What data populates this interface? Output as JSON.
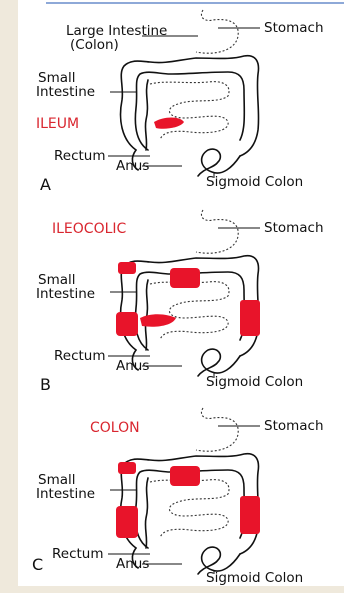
{
  "panels": [
    {
      "letter": "A",
      "title": "ILEUM",
      "labels": {
        "large_intestine_1": "Large Intestine",
        "large_intestine_2": "(Colon)",
        "small_intestine_1": "Small",
        "small_intestine_2": "Intestine",
        "stomach": "Stomach",
        "rectum": "Rectum",
        "anus": "Anus",
        "sigmoid": "Sigmoid Colon"
      },
      "highlight": "ileum"
    },
    {
      "letter": "B",
      "title": "ILEOCOLIC",
      "labels": {
        "small_intestine_1": "Small",
        "small_intestine_2": "Intestine",
        "stomach": "Stomach",
        "rectum": "Rectum",
        "anus": "Anus",
        "sigmoid": "Sigmoid Colon"
      },
      "highlight": "ileocolic"
    },
    {
      "letter": "C",
      "title": "COLON",
      "labels": {
        "small_intestine_1": "Small",
        "small_intestine_2": "Intestine",
        "stomach": "Stomach",
        "rectum": "Rectum",
        "anus": "Anus",
        "sigmoid": "Sigmoid Colon"
      },
      "highlight": "colon"
    }
  ],
  "colors": {
    "highlight": "#e8142a",
    "label_red": "#d9262f",
    "outline": "#111111"
  }
}
